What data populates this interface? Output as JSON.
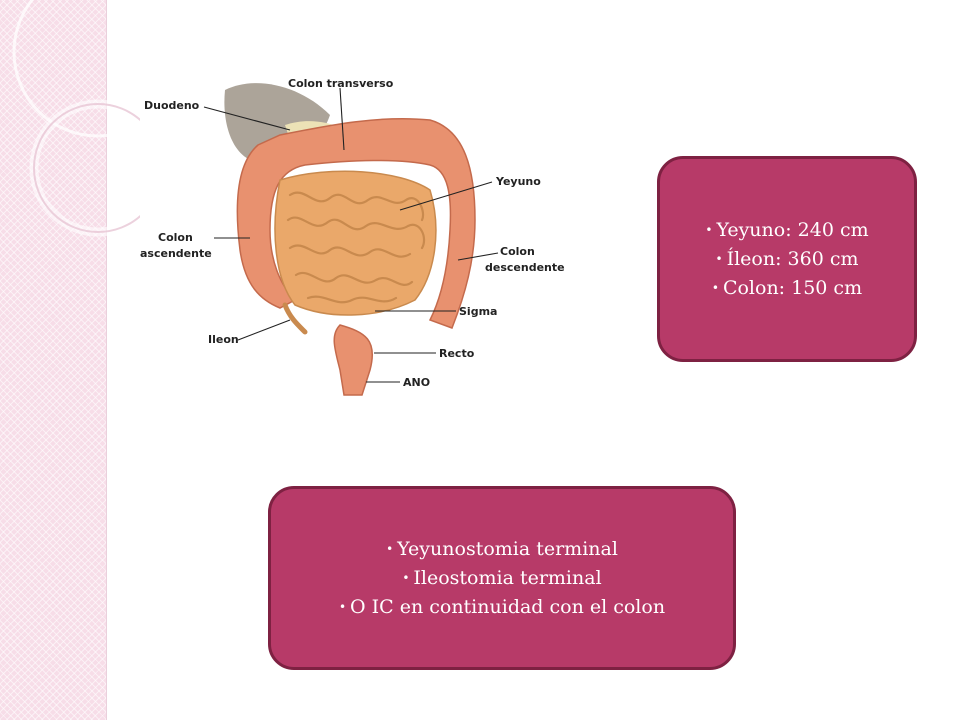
{
  "diagram": {
    "labels": {
      "duodeno": "Duodeno",
      "colon_transverso": "Colon transverso",
      "yeyuno": "Yeyuno",
      "colon_ascendente_1": "Colon",
      "colon_ascendente_2": "ascendente",
      "colon_descendente_1": "Colon",
      "colon_descendente_2": "descendente",
      "sigma": "Sigma",
      "ileon": "Ileon",
      "recto": "Recto",
      "ano": "ANO"
    }
  },
  "lengths": {
    "items": [
      "Yeyuno: 240 cm",
      "Íleon: 360 cm",
      "Colon: 150 cm"
    ]
  },
  "options": {
    "items": [
      "Yeyunostomia terminal",
      "Ileostomia terminal",
      "O IC en continuidad con el colon"
    ]
  },
  "colors": {
    "box_fill": "#b73a68",
    "box_border": "#7e2142",
    "side_band": "#f7dde8"
  }
}
